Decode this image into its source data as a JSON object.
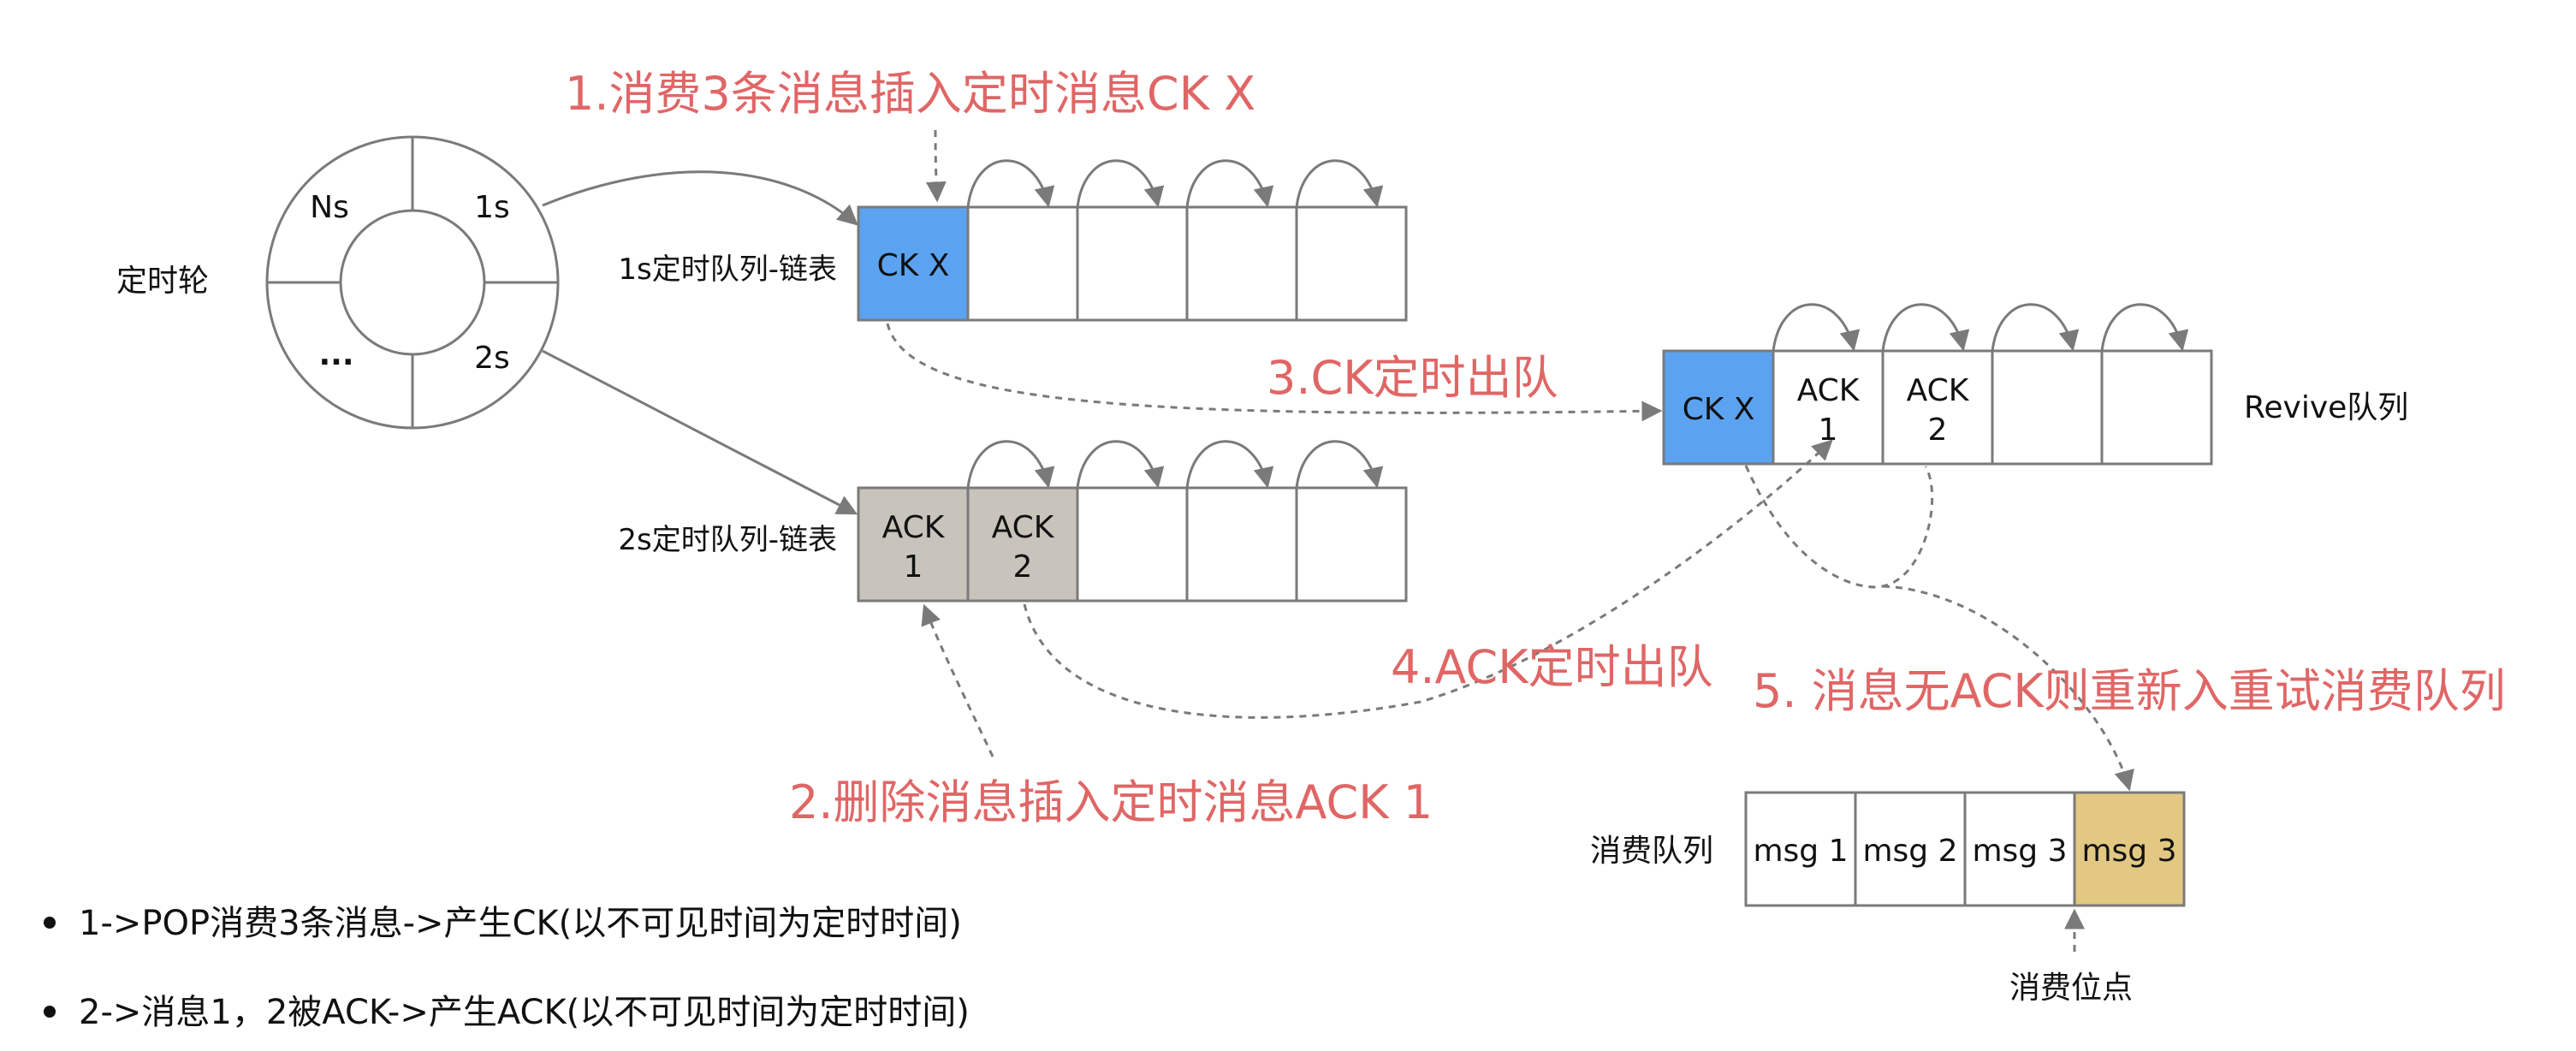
{
  "wheel": {
    "label": "定时轮",
    "sectors": [
      "Ns",
      "1s",
      "...",
      "2s"
    ]
  },
  "queue_1s": {
    "label": "1s定时队列-链表",
    "cells": [
      "CK X",
      "",
      "",
      "",
      ""
    ]
  },
  "queue_2s": {
    "label": "2s定时队列-链表",
    "cells": [
      [
        "ACK",
        "1"
      ],
      [
        "ACK",
        "2"
      ],
      "",
      "",
      ""
    ]
  },
  "revive_queue": {
    "label": "Revive队列",
    "cells": [
      [
        "CK X"
      ],
      [
        "ACK",
        "1"
      ],
      [
        "ACK",
        "2"
      ],
      [
        ""
      ],
      [
        ""
      ]
    ]
  },
  "consume_queue": {
    "label": "消费队列",
    "cells": [
      "msg 1",
      "msg 2",
      "msg 3",
      "msg 3"
    ],
    "pointer_label": "消费位点"
  },
  "steps": [
    "1.消费3条消息插入定时消息CK X",
    "2.删除消息插入定时消息ACK 1",
    "3.CK定时出队",
    "4.ACK定时出队",
    "5. 消息无ACK则重新入重试消费队列"
  ],
  "notes": [
    "1->POP消费3条消息->产生CK(以不可见时间为定时时间)",
    "2->消息1，2被ACK->产生ACK(以不可见时间为定时时间)"
  ],
  "colors": {
    "ck_blue": "#5ba3f0",
    "ack_gray": "#c8c4bc",
    "msg_gold": "#e2c883",
    "step_red": "#e06666",
    "line_gray": "#7a7a7a"
  }
}
